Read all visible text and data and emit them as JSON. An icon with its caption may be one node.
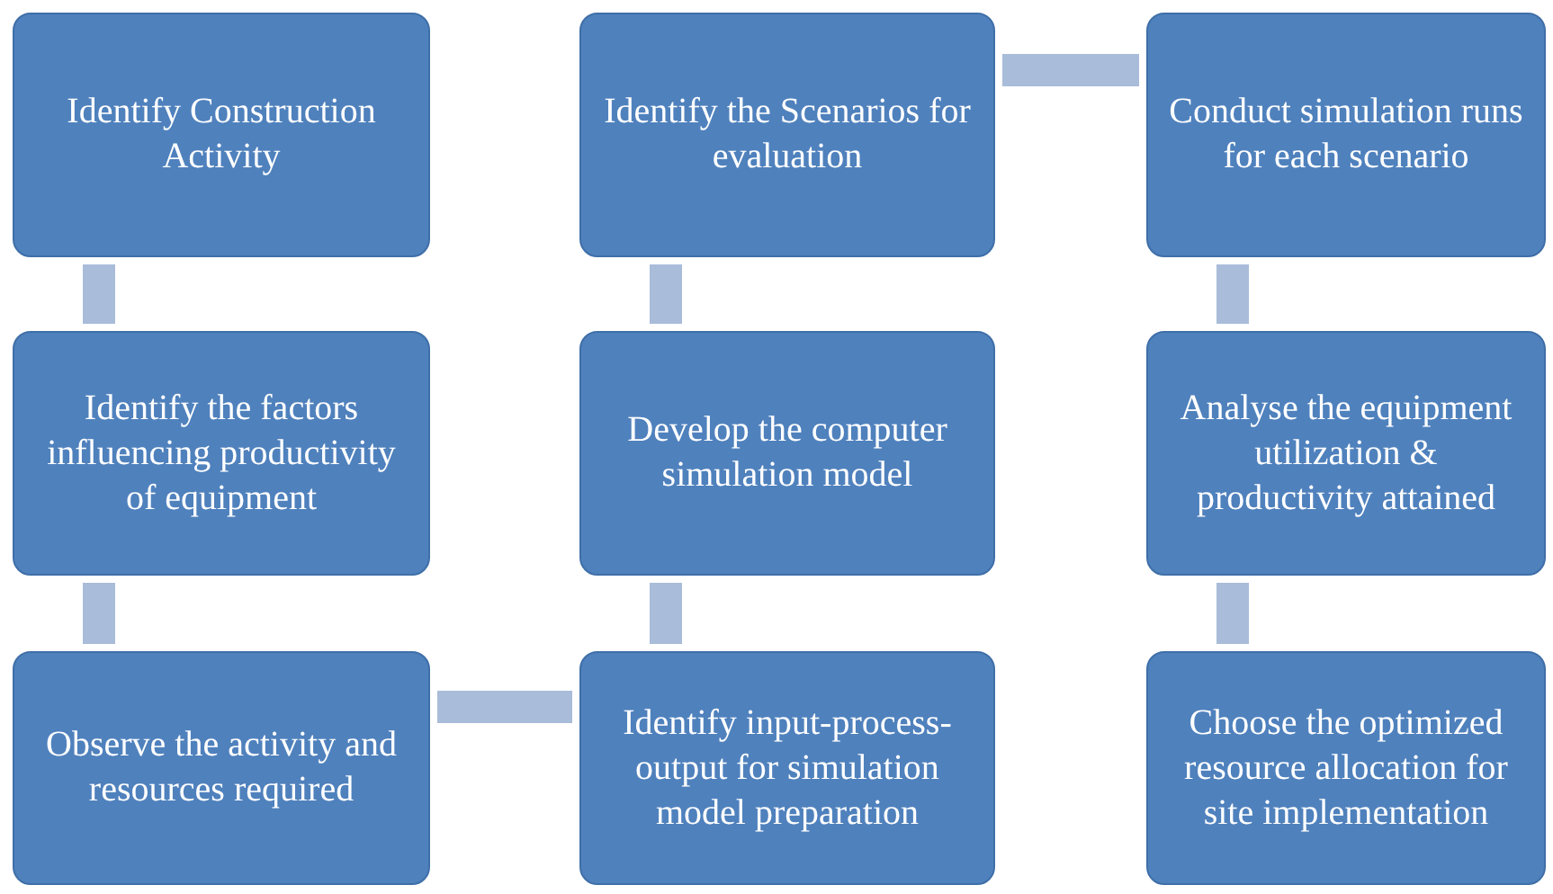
{
  "diagram": {
    "nodes": [
      {
        "text": [
          "Identify Construction Activity"
        ]
      },
      {
        "text": [
          "Identify the Scenarios for evaluation"
        ]
      },
      {
        "text": [
          "Conduct simulation runs for each scenario"
        ]
      },
      {
        "text": [
          "Identify the factors influencing productivity of equipment"
        ]
      },
      {
        "text": [
          "Develop the computer simulation model"
        ]
      },
      {
        "text": [
          "Analyse the equipment utilization & productivity attained"
        ]
      },
      {
        "text": [
          "Observe the activity and resources required"
        ]
      },
      {
        "text": [
          "Identify input-process-output for simulation model preparation"
        ]
      },
      {
        "text": [
          "Choose the optimized resource allocation for site implementation"
        ]
      }
    ],
    "edges": [
      {
        "from": 0,
        "to": 3,
        "arrow": "none"
      },
      {
        "from": 3,
        "to": 6,
        "arrow": "none"
      },
      {
        "from": 6,
        "to": 7,
        "arrow": "none"
      },
      {
        "from": 7,
        "to": 4,
        "arrow": "none"
      },
      {
        "from": 4,
        "to": 1,
        "arrow": "none"
      },
      {
        "from": 1,
        "to": 2,
        "arrow": "none"
      },
      {
        "from": 2,
        "to": 5,
        "arrow": "none"
      },
      {
        "from": 5,
        "to": 8,
        "arrow": "none"
      }
    ]
  }
}
